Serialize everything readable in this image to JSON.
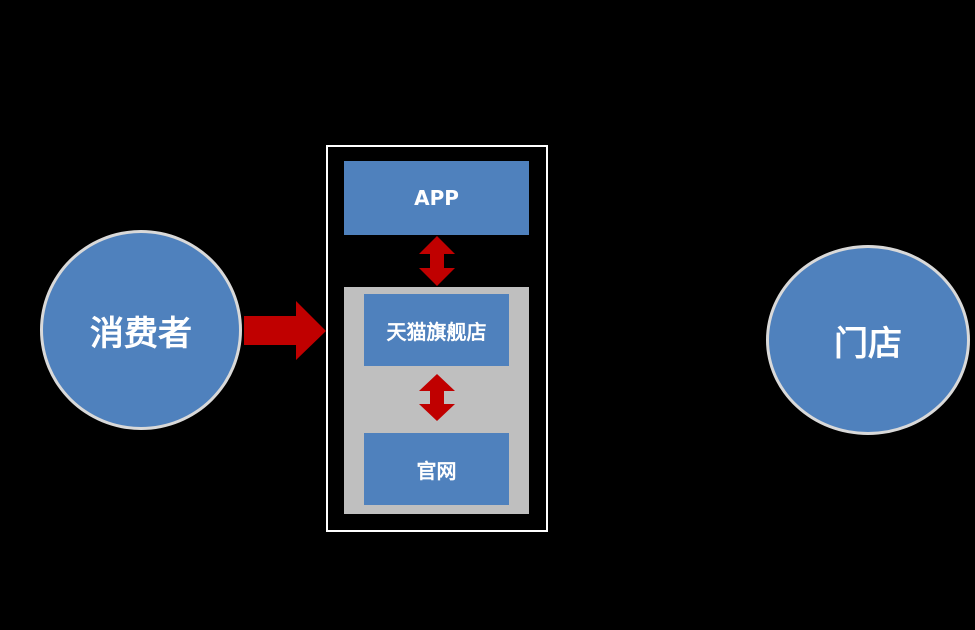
{
  "nodes": {
    "consumer": "消费者",
    "store": "门店",
    "app": "APP",
    "tmall_store": "天猫旗舰店",
    "official_site": "官网"
  },
  "colors": {
    "background": "#000000",
    "node_fill": "#4F81BD",
    "circle_border": "#D9D9D9",
    "panel_fill": "#BFBFBF",
    "frame_border": "#FFFFFF",
    "arrow": "#C00000",
    "text": "#FFFFFF"
  },
  "connectors": [
    {
      "from": "consumer",
      "to": "channel-group",
      "type": "single-arrow"
    },
    {
      "from": "app",
      "to": "tmall_store",
      "type": "double-arrow"
    },
    {
      "from": "tmall_store",
      "to": "official_site",
      "type": "double-arrow"
    }
  ]
}
